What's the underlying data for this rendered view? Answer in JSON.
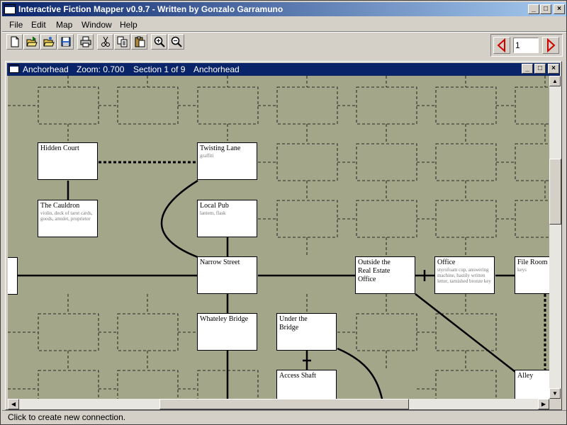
{
  "window": {
    "title": "Interactive Fiction Mapper v0.9.7 - Written by Gonzalo Garramuno"
  },
  "menu": [
    "File",
    "Edit",
    "Map",
    "Window",
    "Help"
  ],
  "toolbar": {
    "icons": [
      "new-icon",
      "open-icon",
      "open-folder-icon",
      "save-icon",
      "print-icon",
      "cut-icon",
      "copy-icon",
      "paste-icon",
      "zoom-in-icon",
      "zoom-out-icon"
    ]
  },
  "pager": {
    "value": "1"
  },
  "map_window": {
    "name": "Anchorhead",
    "zoom": "Zoom: 0.700",
    "section": "Section 1 of 9",
    "map_name": "Anchorhead"
  },
  "rooms": [
    {
      "id": "hidden-court",
      "name": "Hidden Court",
      "objects": ""
    },
    {
      "id": "twisting-lane",
      "name": "Twisting Lane",
      "objects": "graffiti"
    },
    {
      "id": "the-cauldron",
      "name": "The Cauldron",
      "objects": "violin, deck of tarot cards, goods, amulet, proprietor"
    },
    {
      "id": "local-pub",
      "name": "Local Pub",
      "objects": "lantern, flask"
    },
    {
      "id": "narrow-street",
      "name": "Narrow Street",
      "objects": ""
    },
    {
      "id": "outside-real-estate",
      "name": "Outside the Real Estate Office",
      "objects": ""
    },
    {
      "id": "office",
      "name": "Office",
      "objects": "styrofoam cup, answering machine, hastily written letter, tarnished bronze key"
    },
    {
      "id": "file-room",
      "name": "File Room",
      "objects": "keys"
    },
    {
      "id": "whateley-bridge",
      "name": "Whateley Bridge",
      "objects": ""
    },
    {
      "id": "under-bridge",
      "name": "Under the Bridge",
      "objects": ""
    },
    {
      "id": "access-shaft",
      "name": "Access Shaft",
      "objects": ""
    },
    {
      "id": "alley",
      "name": "Alley",
      "objects": ""
    }
  ],
  "status": {
    "text": "Click to create new connection."
  },
  "colors": {
    "title_active": "#0a246a",
    "canvas": "#a4a68a",
    "chrome": "#d4d0c8"
  }
}
